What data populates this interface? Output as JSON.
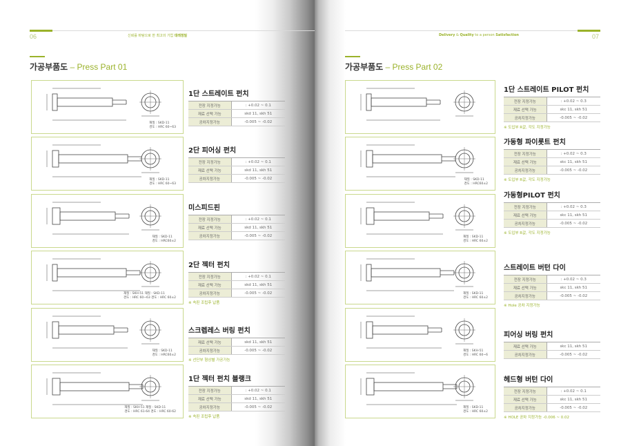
{
  "left_page": {
    "page_number": "06",
    "tagline_pre": "신뢰를 바탕으로 한 최고의 기업 ",
    "tagline_bold": "대래정밀",
    "title_ko": "가공부품도",
    "title_en": " – Press Part 01",
    "products": [
      {
        "name": "1단 스트레이트 펀치",
        "rows": [
          [
            "전장 지정가능",
            ": +0.02 ~ 0.1"
          ],
          [
            "재료 선택 가능",
            "skd 11, skh 51"
          ],
          [
            "공차지정가능",
            "-0.005 ~ -0.02"
          ]
        ],
        "note": "",
        "materials": [
          "재질 : SKD-11",
          "경도 : HRC 60~63"
        ]
      },
      {
        "name": "2단 피어싱 펀치",
        "rows": [
          [
            "전장 지정가능",
            ": +0.02 ~ 0.1"
          ],
          [
            "재료 선택 가능",
            "skd 11, skh 51"
          ],
          [
            "공차지정가능",
            "-0.005 ~ -0.02"
          ]
        ],
        "note": "",
        "materials": [
          "재질 : SKD-11",
          "경도 : HRC 60~63"
        ]
      },
      {
        "name": "미스피드핀",
        "rows": [
          [
            "전장 지정가능",
            ": +0.02 ~ 0.1"
          ],
          [
            "재료 선택 가능",
            "skd 11, skh 51"
          ],
          [
            "공차지정가능",
            "-0.005 ~ -0.02"
          ]
        ],
        "note": "",
        "materials": [
          "재질 : SKD-11",
          "경도 : HRC60±2"
        ]
      },
      {
        "name": "2단 젝터 펀치",
        "rows": [
          [
            "전장 지정가능",
            ": +0.02 ~ 0.1"
          ],
          [
            "재료 선택 가능",
            "skd 11, skh 51"
          ],
          [
            "공차지정가능",
            "-0.005 ~ -0.02"
          ]
        ],
        "note": "※ 속핀 조립후 납품",
        "materials": [
          "재질 : SKH-51   재질 : SKD-11",
          "경도 : HRC 60~63  경도 : HRC 60±2"
        ]
      },
      {
        "name": "스크렙레스 버링 펀치",
        "rows": [
          [
            "재료 선택 가능",
            "skd 11, skh 51"
          ],
          [
            "공차지정가능",
            "-0.005 ~ -0.02"
          ]
        ],
        "note": "※ 선단부 형상별 가공가능",
        "materials": [
          "재질 : SKD-11",
          "경도 : HRC60±2"
        ]
      },
      {
        "name": "1단 젝터 펀치 블랭크",
        "rows": [
          [
            "전장 지정가능",
            ": +0.02 ~ 0.1"
          ],
          [
            "재료 선택 가능",
            "skd 11, skh 51"
          ],
          [
            "공차지정가능",
            "-0.005 ~ -0.02"
          ]
        ],
        "note": "※ 속핀 조립후 납품",
        "materials": [
          "재질 : SKH-51   재질 : SKD-11",
          "경도 : HRC 61-64  경도 : HRC 60-62"
        ]
      }
    ]
  },
  "right_page": {
    "page_number": "07",
    "tagline_a": "Delivery",
    "tagline_b": " & ",
    "tagline_c": "Quality",
    "tagline_d": " to a person ",
    "tagline_e": "Satisfaction",
    "title_ko": "가공부품도",
    "title_en": " – Press Part 02",
    "products": [
      {
        "name": "1단 스트레이트 PILOT 펀치",
        "rows": [
          [
            "전장 지정가능",
            ": +0.02 ~ 0.3"
          ],
          [
            "재료 선택 가능",
            "skc 11, skh 51"
          ],
          [
            "공차지정가능",
            "-0.005 ~ -0.02"
          ]
        ],
        "note": "※ 도입부 R값, 각도 지정가능",
        "materials": []
      },
      {
        "name": "가동형 파이롯트 펀치",
        "rows": [
          [
            "전장 지정가능",
            ": +0.02 ~ 0.3"
          ],
          [
            "재료 선택 가능",
            "skc 11, skh 51"
          ],
          [
            "공차지정가능",
            "-0.005 ~ -0.02"
          ]
        ],
        "note": "※ 도입부 R값, 각도 지정가능",
        "materials": [
          "재질 : SKD-11",
          "경도 : HRC60±2"
        ]
      },
      {
        "name": "가동형PILOT 펀치",
        "rows": [
          [
            "전장 지정가능",
            ": +0.02 ~ 0.3"
          ],
          [
            "재료 선택 가능",
            "skc 11, skh 51"
          ],
          [
            "공차지정가능",
            "-0.005 ~ -0.02"
          ]
        ],
        "note": "※ 도입부 R값, 각도 지정가능",
        "materials": [
          "재질 : SKD-11",
          "경도 : HRC 60±2"
        ]
      },
      {
        "name": "스트레이트 버턴 다이",
        "rows": [
          [
            "전장 지정가능",
            ": +0.02 ~ 0.3"
          ],
          [
            "재료 선택 가능",
            "skc 11, skh 51"
          ],
          [
            "공차지정가능",
            "-0.005 ~ -0.02"
          ]
        ],
        "note": "※ Hole 공차 지정가능",
        "materials": [
          "재질 : SKD-11",
          "경도 : HRC 60±2"
        ]
      },
      {
        "name": "피어싱 버링 펀치",
        "rows": [
          [
            "재료 선택 가능",
            "skc 11, skh 51"
          ],
          [
            "공차지정가능",
            "-0.005 ~ -0.02"
          ]
        ],
        "note": "",
        "materials": [
          "재질 : SKH-51",
          "경도 : HRC 60~6"
        ]
      },
      {
        "name": "헤드형 버턴 다이",
        "rows": [
          [
            "전장 지정가능",
            ": +0.02 ~ 0.1"
          ],
          [
            "재료 선택 가능",
            "skc 11, skh 51"
          ],
          [
            "공차지정가능",
            "-0.005 ~ -0.02"
          ]
        ],
        "note": "※ HOLE 공차 지정가능 -0.006 ~ 0.02",
        "materials": [
          "재질 : SKD-11",
          "경도 : HRC 60±2"
        ]
      }
    ]
  }
}
